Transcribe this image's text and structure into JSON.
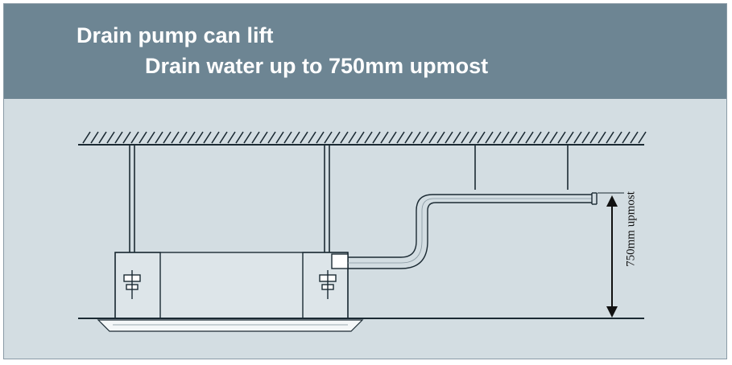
{
  "header": {
    "line1": "Drain pump can lift",
    "line2": "Drain water up to 750mm upmost"
  },
  "dimension": {
    "label": "750mm upmost"
  },
  "colors": {
    "header_bg": "#6d8593",
    "panel_bg": "#d3dde2",
    "line": "#1b2a33",
    "unit_fill": "#e6ecef"
  }
}
